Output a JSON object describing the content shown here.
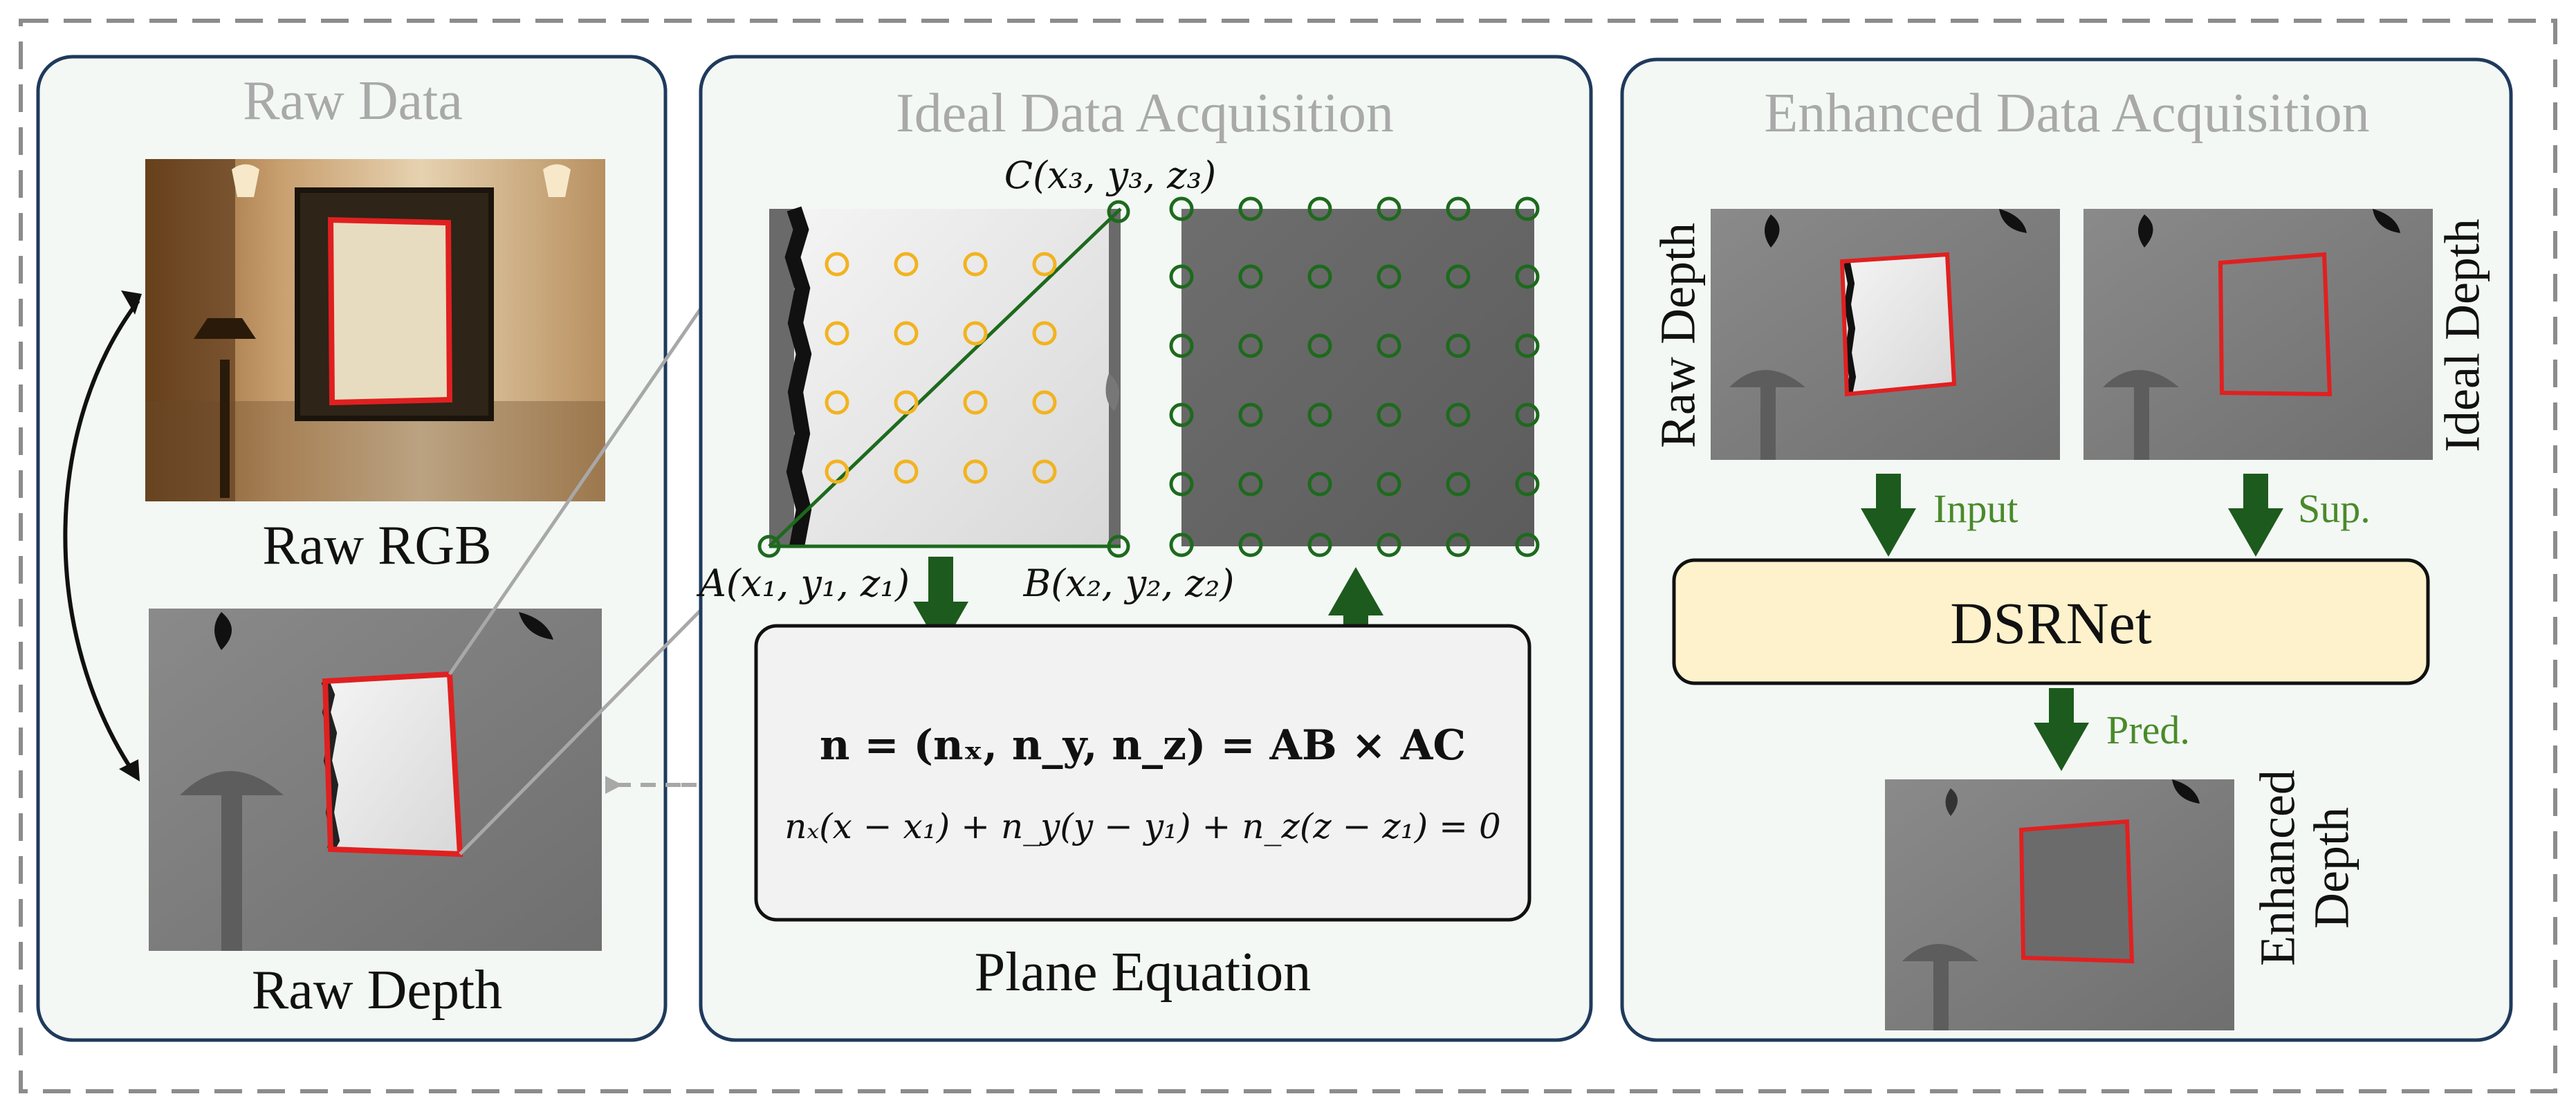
{
  "panels": {
    "raw": {
      "title": "Raw Data",
      "rgb_caption": "Raw RGB",
      "depth_caption": "Raw Depth"
    },
    "ideal": {
      "title": "Ideal Data Acquisition",
      "point_c": "C(x₃, y₃, z₃)",
      "point_a": "A(x₁, y₁, z₁)",
      "point_b": "B(x₂, y₂, z₂)",
      "normal_eq": "n = (nₓ, n_y, n_z) = AB × AC",
      "plane_eq": "nₓ(x − x₁) + n_y(y − y₁) + n_z(z − z₁) = 0",
      "caption": "Plane Equation"
    },
    "enhanced": {
      "title": "Enhanced Data Acquisition",
      "raw_depth_label": "Raw Depth",
      "ideal_depth_label": "Ideal Depth",
      "input_label": "Input",
      "sup_label": "Sup.",
      "network": "DSRNet",
      "pred_label": "Pred.",
      "enhanced_label_line1": "Enhanced",
      "enhanced_label_line2": "Depth"
    }
  },
  "colors": {
    "panel_fill": "#f3f8f5",
    "panel_border": "#1f3a5c",
    "title_gray": "#a9a9a9",
    "accent_green": "#1d5a1d",
    "label_green": "#4a8a2a",
    "mirror_red": "#e02020",
    "orange_points": "#f2b320",
    "network_fill": "#fdf2cc"
  }
}
